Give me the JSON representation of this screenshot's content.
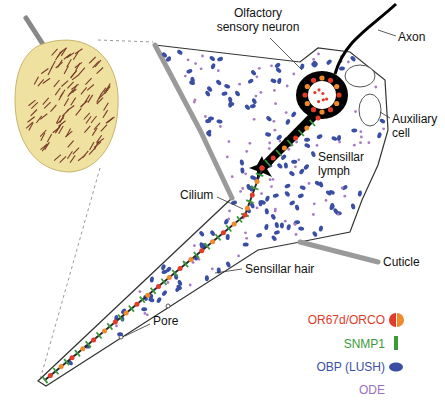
{
  "diagram": {
    "labels": [
      "Olfactory sensory neuron",
      "Axon",
      "Auxiliary cell",
      "Sensillar lymph",
      "Cilium",
      "Cuticle",
      "Sensillar hair",
      "Pore"
    ],
    "legend": [
      {
        "text": "OR67d/ORCO"
      },
      {
        "text": "SNMP1"
      },
      {
        "text": "OBP (LUSH)"
      },
      {
        "text": "ODE"
      }
    ]
  }
}
